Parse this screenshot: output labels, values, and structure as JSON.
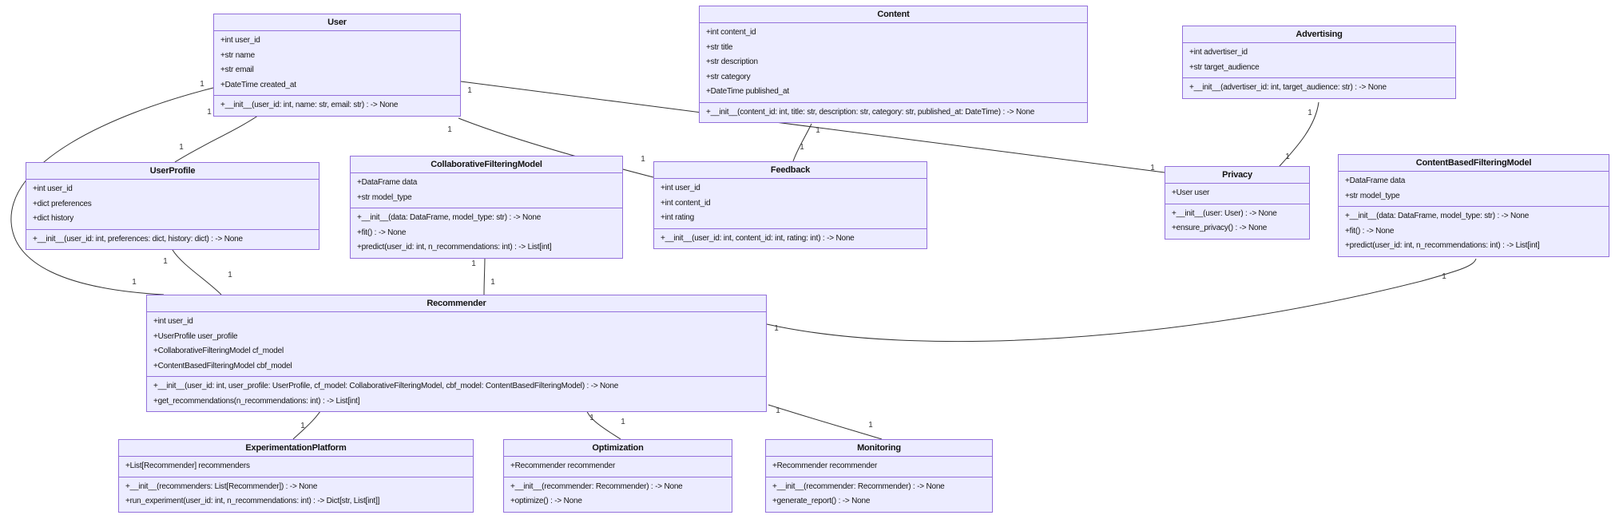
{
  "diagram": {
    "kind": "uml-class-diagram",
    "background_color": "#ffffff",
    "node_fill_color": "#ECECFF",
    "node_border_color": "#9370DB",
    "edge_color": "#333333"
  },
  "classes": [
    {
      "id": "User",
      "title": "User",
      "attributes": [
        "+int user_id",
        "+str name",
        "+str email",
        "+DateTime created_at"
      ],
      "methods": [
        "+__init__(user_id: int, name: str, email: str) : -> None"
      ]
    },
    {
      "id": "Content",
      "title": "Content",
      "attributes": [
        "+int content_id",
        "+str title",
        "+str description",
        "+str category",
        "+DateTime published_at"
      ],
      "methods": [
        "+__init__(content_id: int, title: str, description: str, category: str, published_at: DateTime) : -> None"
      ]
    },
    {
      "id": "Advertising",
      "title": "Advertising",
      "attributes": [
        "+int advertiser_id",
        "+str target_audience"
      ],
      "methods": [
        "+__init__(advertiser_id: int, target_audience: str) : -> None"
      ]
    },
    {
      "id": "UserProfile",
      "title": "UserProfile",
      "attributes": [
        "+int user_id",
        "+dict preferences",
        "+dict history"
      ],
      "methods": [
        "+__init__(user_id: int, preferences: dict, history: dict) : -> None"
      ]
    },
    {
      "id": "CollaborativeFilteringModel",
      "title": "CollaborativeFilteringModel",
      "attributes": [
        "+DataFrame data",
        "+str model_type"
      ],
      "methods": [
        "+__init__(data: DataFrame, model_type: str) : -> None",
        "+fit() : -> None",
        "+predict(user_id: int, n_recommendations: int) : -> List[int]"
      ]
    },
    {
      "id": "Feedback",
      "title": "Feedback",
      "attributes": [
        "+int user_id",
        "+int content_id",
        "+int rating"
      ],
      "methods": [
        "+__init__(user_id: int, content_id: int, rating: int) : -> None"
      ]
    },
    {
      "id": "Privacy",
      "title": "Privacy",
      "attributes": [
        "+User user"
      ],
      "methods": [
        "+__init__(user: User) : -> None",
        "+ensure_privacy() : -> None"
      ]
    },
    {
      "id": "ContentBasedFilteringModel",
      "title": "ContentBasedFilteringModel",
      "attributes": [
        "+DataFrame data",
        "+str model_type"
      ],
      "methods": [
        "+__init__(data: DataFrame, model_type: str) : -> None",
        "+fit() : -> None",
        "+predict(user_id: int, n_recommendations: int) : -> List[int]"
      ]
    },
    {
      "id": "Recommender",
      "title": "Recommender",
      "attributes": [
        "+int user_id",
        "+UserProfile user_profile",
        "+CollaborativeFilteringModel cf_model",
        "+ContentBasedFilteringModel cbf_model"
      ],
      "methods": [
        "+__init__(user_id: int, user_profile: UserProfile, cf_model: CollaborativeFilteringModel, cbf_model: ContentBasedFilteringModel) : -> None",
        "+get_recommendations(n_recommendations: int) : -> List[int]"
      ]
    },
    {
      "id": "ExperimentationPlatform",
      "title": "ExperimentationPlatform",
      "attributes": [
        "+List[Recommender] recommenders"
      ],
      "methods": [
        "+__init__(recommenders: List[Recommender]) : -> None",
        "+run_experiment(user_id: int, n_recommendations: int) : -> Dict[str, List[int]]"
      ]
    },
    {
      "id": "Optimization",
      "title": "Optimization",
      "attributes": [
        "+Recommender recommender"
      ],
      "methods": [
        "+__init__(recommender: Recommender) : -> None",
        "+optimize() : -> None"
      ]
    },
    {
      "id": "Monitoring",
      "title": "Monitoring",
      "attributes": [
        "+Recommender recommender"
      ],
      "methods": [
        "+__init__(recommender: Recommender) : -> None",
        "+generate_report() : -> None"
      ]
    }
  ],
  "edges": [
    {
      "from": "User",
      "to": "UserProfile",
      "from_label": "1",
      "to_label": "1"
    },
    {
      "from": "User",
      "to": "Recommender",
      "from_label": "1",
      "to_label": "1"
    },
    {
      "from": "UserProfile",
      "to": "Recommender",
      "from_label": "1",
      "to_label": "1"
    },
    {
      "from": "User",
      "to": "Feedback",
      "from_label": "1",
      "to_label": "1"
    },
    {
      "from": "User",
      "to": "Privacy",
      "from_label": "1",
      "to_label": "1"
    },
    {
      "from": "Content",
      "to": "Feedback",
      "from_label": "1",
      "to_label": "1"
    },
    {
      "from": "Advertising",
      "to": "Privacy",
      "from_label": "1",
      "to_label": "1"
    },
    {
      "from": "Recommender",
      "to": "CollaborativeFilteringModel",
      "from_label": "1",
      "to_label": "1"
    },
    {
      "from": "Recommender",
      "to": "ContentBasedFilteringModel",
      "from_label": "1",
      "to_label": "1"
    },
    {
      "from": "Recommender",
      "to": "ExperimentationPlatform",
      "from_label": "1",
      "to_label": "1"
    },
    {
      "from": "Recommender",
      "to": "Optimization",
      "from_label": "1",
      "to_label": "1"
    },
    {
      "from": "Recommender",
      "to": "Monitoring",
      "from_label": "1",
      "to_label": "1"
    }
  ]
}
